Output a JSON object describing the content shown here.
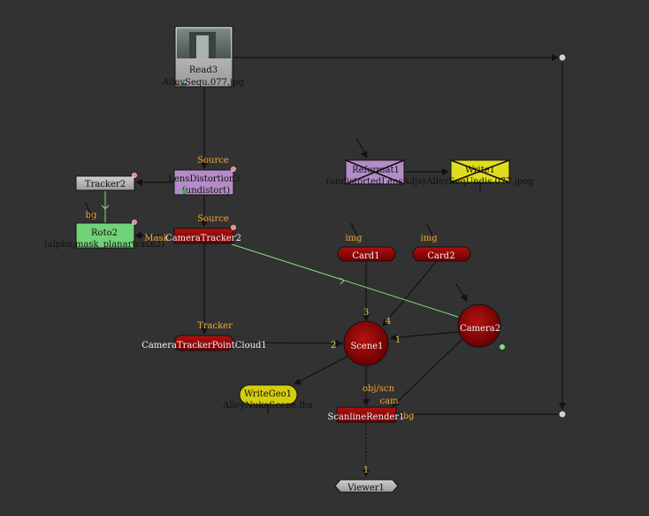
{
  "nodes": {
    "read3": {
      "name": "Read3",
      "file": "AlleySequ.077.jpg"
    },
    "lens": {
      "name": "LensDistortion3",
      "sub": "(undistort)",
      "input_label": "Source"
    },
    "tracker2": {
      "name": "Tracker2"
    },
    "roto2": {
      "name": "Roto2",
      "sub": "(alpha,mask_planartrack2)",
      "input_label": "bg"
    },
    "cameratracker2": {
      "name": "CameraTracker2",
      "input_label": "Source",
      "mask_label": "Mask"
    },
    "reformat1": {
      "name": "Reformat1",
      "sub": "(undistortedLensAdjs)"
    },
    "write1": {
      "name": "Write1",
      "file": "AlleySeqUndis.077.jpeg"
    },
    "card1": {
      "name": "Card1",
      "input_label": "img"
    },
    "card2": {
      "name": "Card2",
      "input_label": "img"
    },
    "camera2": {
      "name": "Camera2"
    },
    "ctpc": {
      "name": "CameraTrackerPointCloud1",
      "input_label": "Tracker"
    },
    "scene1": {
      "name": "Scene1"
    },
    "writegeo1": {
      "name": "WriteGeo1",
      "file": "AlleyNukeScene.fbx"
    },
    "scanline": {
      "name": "ScanlineRender1",
      "obj_label": "obj/scn",
      "cam_label": "cam",
      "bg_label": "bg"
    },
    "viewer1": {
      "name": "Viewer1"
    }
  },
  "edge_labels": {
    "scene_in_3": "3",
    "scene_in_4": "4",
    "scene_in_2": "2",
    "scene_in_1": "1",
    "viewer_in_1": "1"
  },
  "colors": {
    "background": "#323232",
    "edge": "#111111",
    "link": "#7fe07f",
    "red_node": "#8c0000",
    "read_node": "#b4b4b4",
    "lens_node": "#b48cc8",
    "roto_node": "#72d27a",
    "write_node": "#e0dc1e",
    "writegeo_node": "#d4cc0e",
    "label_orange": "#f0a830"
  }
}
